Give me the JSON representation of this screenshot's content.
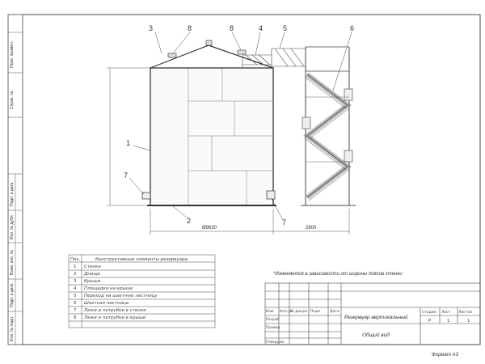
{
  "callouts": [
    "3",
    "8",
    "8",
    "4",
    "5",
    "6",
    "1",
    "7",
    "2",
    "7"
  ],
  "dimensions": {
    "diameter": "Ø9630",
    "stair": "2600"
  },
  "note": "*Изменяется в зависимости от ширины поясов стенки",
  "parts_table": {
    "header_pos": "Поз.",
    "header_name": "Конструктивные элементы резервуара",
    "rows": [
      {
        "pos": "1",
        "name": "Стенка"
      },
      {
        "pos": "2",
        "name": "Днище"
      },
      {
        "pos": "3",
        "name": "Крыша"
      },
      {
        "pos": "4",
        "name": "Площадки на крыше"
      },
      {
        "pos": "5",
        "name": "Переход на шахтную лестницу"
      },
      {
        "pos": "6",
        "name": "Шахтная лестница"
      },
      {
        "pos": "7",
        "name": "Люки и патрубки в стенке"
      },
      {
        "pos": "8",
        "name": "Люки и патрубки в крыше"
      }
    ]
  },
  "title_block": {
    "doc_title": "Резервуар вертикальный",
    "view": "Общий вид",
    "col_stage": "Стадия",
    "col_sheet": "Лист",
    "col_sheets": "Листов",
    "val_stage": "Р",
    "val_sheet": "1",
    "val_sheets": "1",
    "h_izm": "Изм.",
    "h_kol": "Кол.уч",
    "h_list": "Лист",
    "h_doc": "№ докум.",
    "h_sign": "Подп.",
    "h_date": "Дата",
    "role_dev": "Разраб.",
    "role_check": "Провер.",
    "role_appr": "Утвердил",
    "format": "Формат А3"
  },
  "side_labels": [
    "Перв. примен.",
    "Справ. №",
    "Подп. и дата",
    "Инв. № дубл.",
    "Взам. инв. №",
    "Подп. и дата",
    "Инв. № подл."
  ]
}
